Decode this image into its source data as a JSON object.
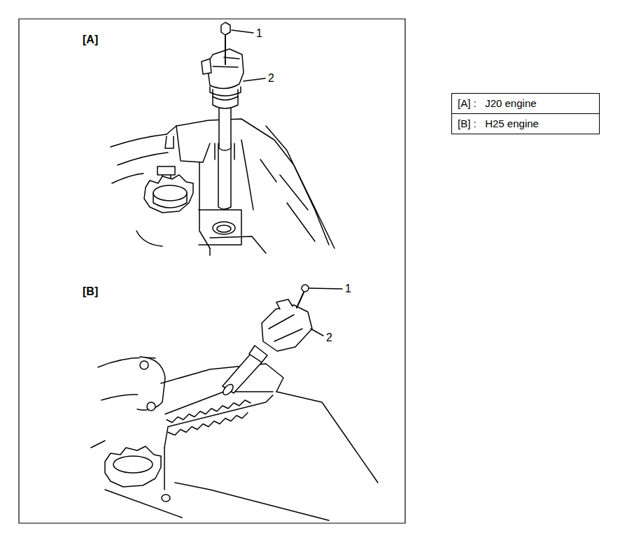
{
  "diagram": {
    "nodes": [
      {
        "text": [
          "[A] :   J20 engine",
          "[B] :   H25 engine"
        ]
      }
    ],
    "labels": [
      "[A]",
      "1",
      "2",
      "[B]",
      "1",
      "2"
    ]
  }
}
